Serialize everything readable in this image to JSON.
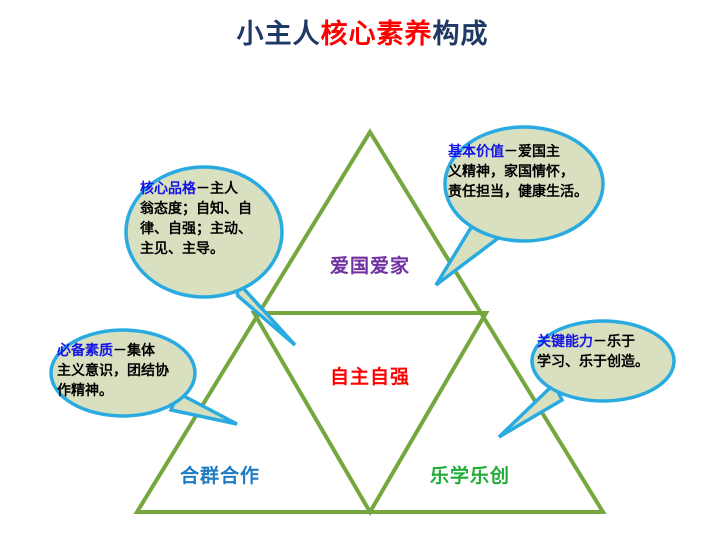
{
  "colors": {
    "title_dark": "#1F3864",
    "title_red": "#FF0000",
    "triangle_stroke": "#76A73F",
    "callout_fill": "#D9E0C0",
    "callout_stroke": "#29ABE2",
    "keyword_blue": "#1414E6",
    "zone_top": "#7030A0",
    "zone_center": "#FF0000",
    "zone_left": "#1F7BC1",
    "zone_right": "#22AC38",
    "background": "#FFFFFF"
  },
  "title": {
    "full": "小主人核心素养构成",
    "part_prefix": "小主人",
    "part_highlight": "核心素养",
    "part_suffix": "构成"
  },
  "diagram": {
    "type": "triangle-framework",
    "zones": [
      {
        "id": "top",
        "label": "爱国爱家",
        "color": "#7030A0"
      },
      {
        "id": "center",
        "label": "自主自强",
        "color": "#FF0000"
      },
      {
        "id": "left",
        "label": "合群合作",
        "color": "#1F7BC1"
      },
      {
        "id": "right",
        "label": "乐学乐创",
        "color": "#22AC38"
      }
    ]
  },
  "callouts": [
    {
      "id": "core-character",
      "keyword": "核心品格",
      "body": "－主人翁态度；自知、自律、自强；主动、主见、主导。",
      "lines": [
        "核心品格－主人",
        "翁态度；自知、自",
        "律、自强；主动、",
        "主见、主导。"
      ],
      "points_to": "top-zone"
    },
    {
      "id": "basic-value",
      "keyword": "基本价值",
      "body": "－爱国主义精神，家国情怀，责任担当，健康生活。",
      "lines": [
        "基本价值－爱国主",
        "义精神，家国情怀，",
        "责任担当，健康生活。"
      ],
      "points_to": "top-zone"
    },
    {
      "id": "essential-quality",
      "keyword": "必备素质",
      "body": "－集体主义意识，团结协作精神。",
      "lines": [
        "必备素质－集体",
        "主义意识，团结协",
        "作精神。"
      ],
      "points_to": "left-zone"
    },
    {
      "id": "key-ability",
      "keyword": "关键能力",
      "body": "－乐于学习、乐于创造。",
      "lines": [
        "关键能力－乐于",
        "学习、乐于创造。"
      ],
      "points_to": "right-zone"
    }
  ]
}
